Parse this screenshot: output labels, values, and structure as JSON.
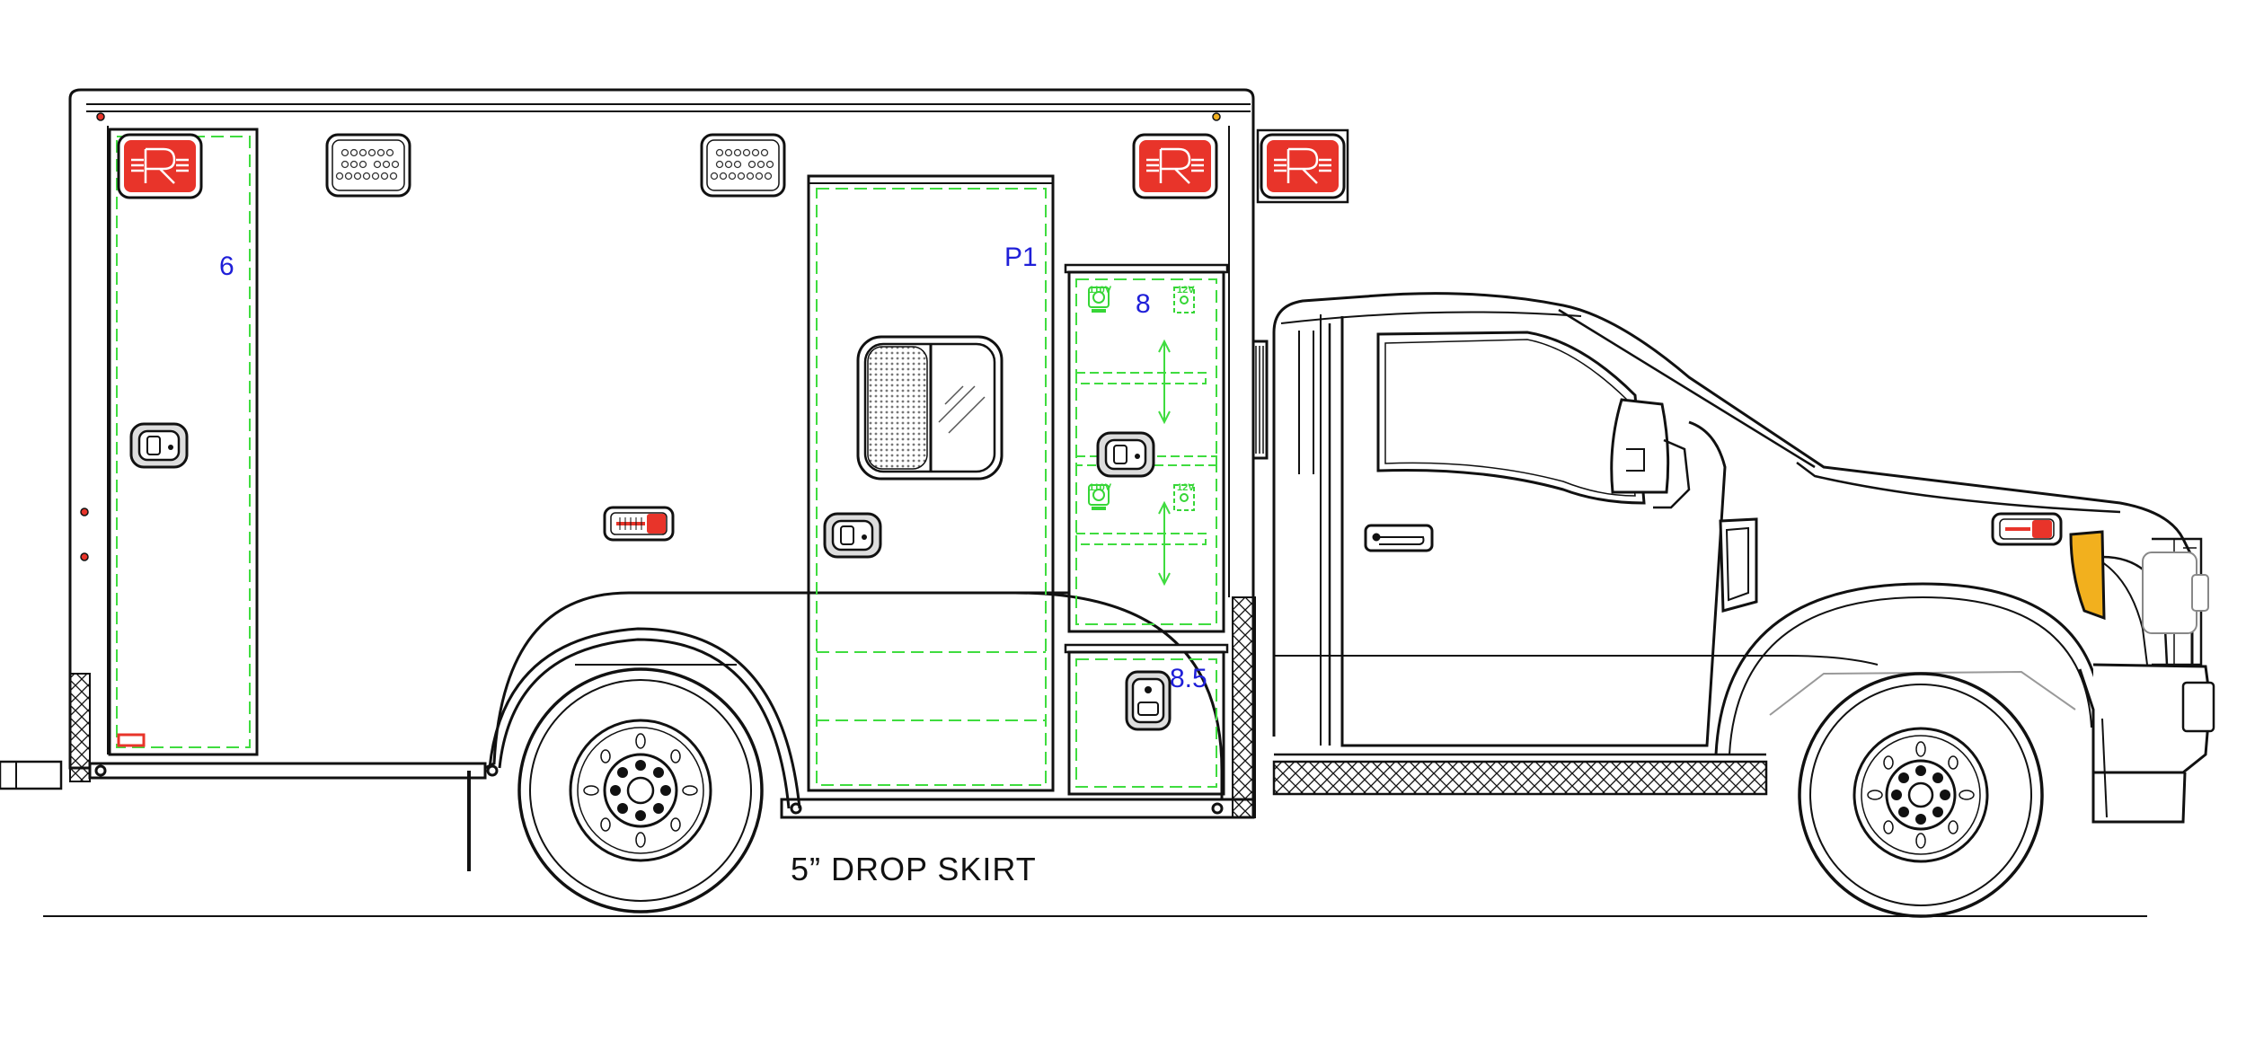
{
  "labels": {
    "compartment_6": "6",
    "compartment_p1": "P1",
    "compartment_8": "8",
    "compartment_8_5": "8.5",
    "drop_skirt": "5” DROP SKIRT",
    "outlet_110v_top": "110V",
    "outlet_12v_top": "12V",
    "outlet_110v_bottom": "110V",
    "outlet_12v_bottom": "12V"
  },
  "colors": {
    "outline": "#111111",
    "compartment_dash": "#3fdc3f",
    "label_blue": "#1f1fd8",
    "warning_red": "#e8342a",
    "amber": "#f2b01e"
  },
  "icons": {
    "warning_light": "r-logo-warning-light",
    "scene_light": "led-scene-light",
    "door_handle": "paddle-latch-handle"
  }
}
